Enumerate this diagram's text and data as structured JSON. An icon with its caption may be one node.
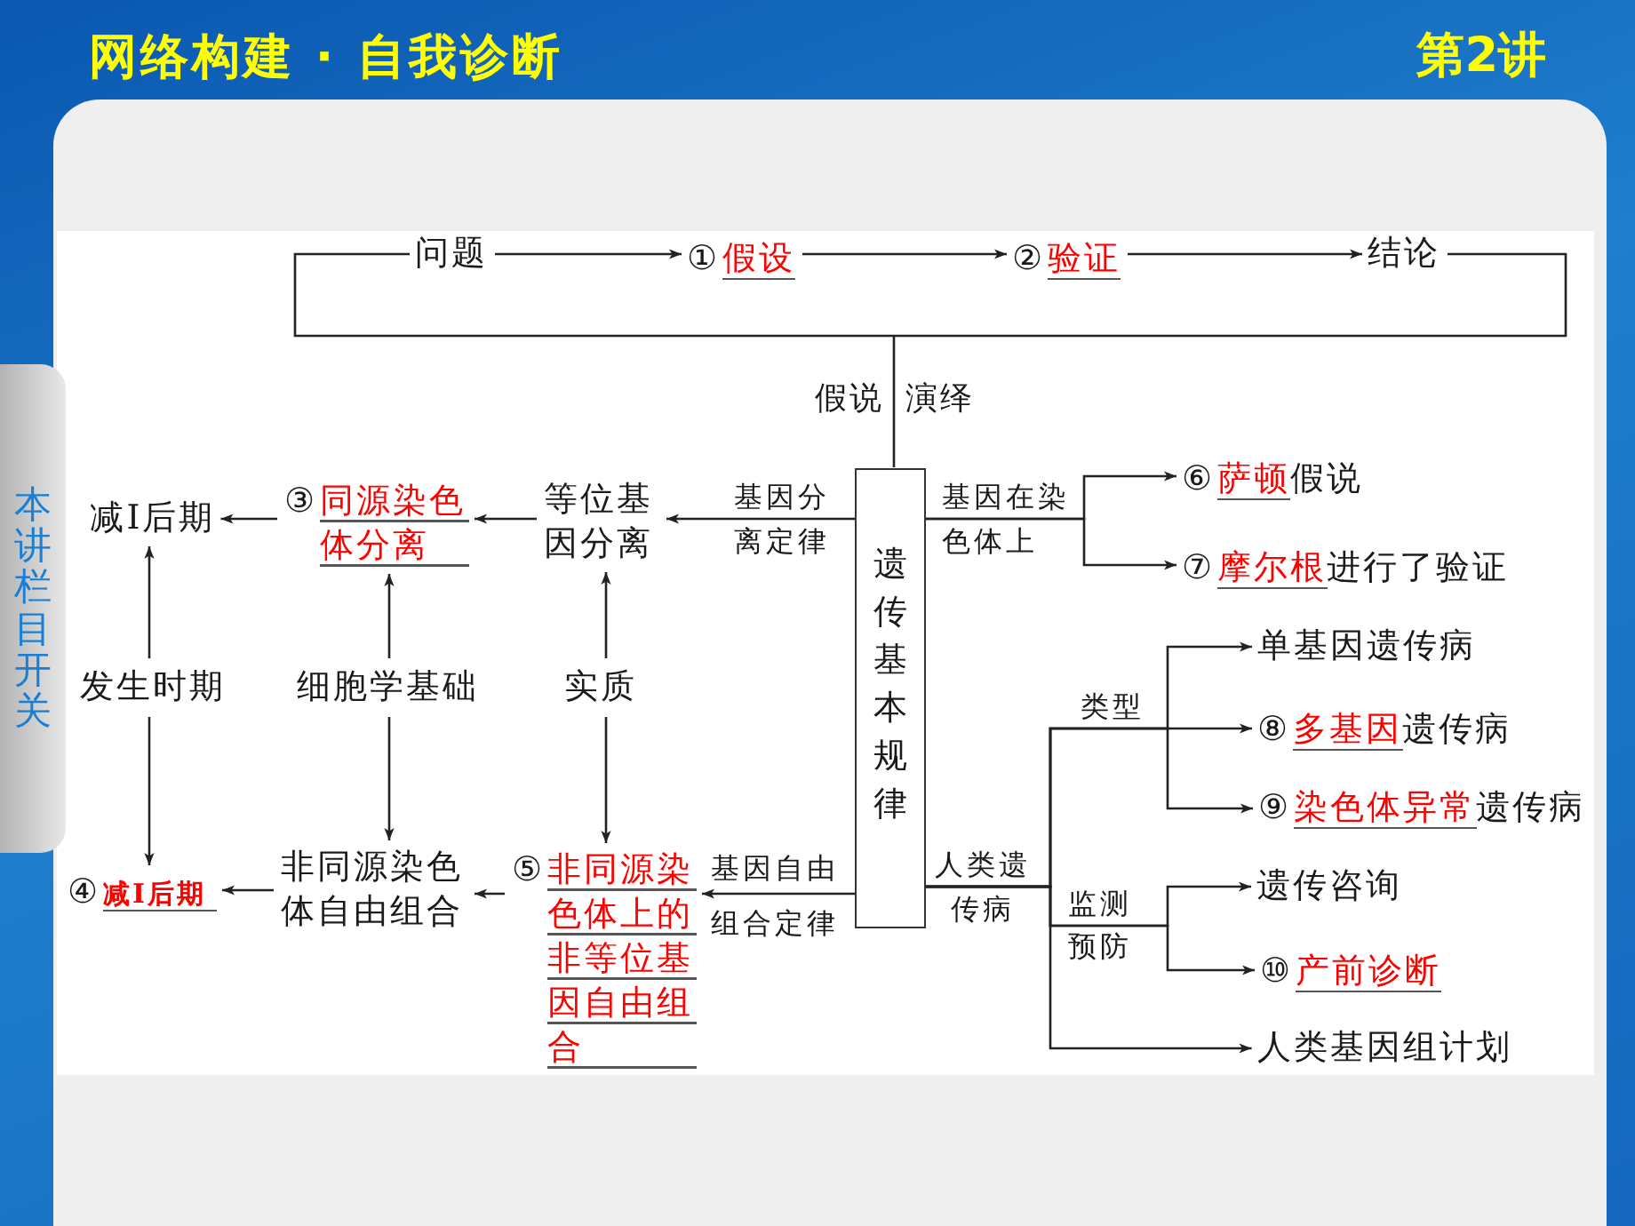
{
  "diagram": {
    "title": "网络构建 · 自我诊断",
    "nodes": [
      {
        "text": [
          "问题"
        ]
      },
      {
        "text": [
          "①",
          "假设"
        ]
      },
      {
        "text": [
          "②",
          "验证"
        ]
      },
      {
        "text": [
          "结论"
        ]
      },
      {
        "text": [
          "减Ⅰ后期"
        ]
      },
      {
        "text": [
          "③",
          "同源染色体分离"
        ]
      },
      {
        "text": [
          "等位基因分离"
        ]
      },
      {
        "text": [
          "遗传基本规律"
        ]
      },
      {
        "text": [
          "⑥",
          "萨顿",
          "假说"
        ]
      },
      {
        "text": [
          "⑦",
          "摩尔根",
          "进行了验证"
        ]
      },
      {
        "text": [
          "单基因遗传病"
        ]
      },
      {
        "text": [
          "发生时期"
        ]
      },
      {
        "text": [
          "细胞学基础"
        ]
      },
      {
        "text": [
          "实质"
        ]
      },
      {
        "text": [
          "⑧",
          "多基因",
          "遗传病"
        ]
      },
      {
        "text": [
          "⑨",
          "染色体异常",
          "遗传病"
        ]
      },
      {
        "text": [
          "④",
          "减I后期"
        ]
      },
      {
        "text": [
          "非同源染色体自由组合"
        ]
      },
      {
        "text": [
          "⑤",
          "非同源染色体上的非等位基因自由组合"
        ]
      },
      {
        "text": [
          "遗传咨询"
        ]
      },
      {
        "text": [
          "⑩",
          "产前诊断"
        ]
      },
      {
        "text": [
          "人类基因组计划"
        ]
      }
    ],
    "edges": [
      {
        "from": 0,
        "to": 1,
        "arrow": "to"
      },
      {
        "from": 1,
        "to": 2,
        "arrow": "to"
      },
      {
        "from": 2,
        "to": 3,
        "arrow": "to"
      },
      {
        "from": 3,
        "to": 0,
        "arrow": "none"
      },
      {
        "from": null,
        "to": 7,
        "arrow": "none"
      },
      {
        "from": 7,
        "to": 6,
        "arrow": "to",
        "label": "基因分离定律"
      },
      {
        "from": 6,
        "to": 5,
        "arrow": "to"
      },
      {
        "from": 5,
        "to": 4,
        "arrow": "to"
      },
      {
        "from": 11,
        "to": 4,
        "arrow": "to"
      },
      {
        "from": 11,
        "to": 16,
        "arrow": "to"
      },
      {
        "from": 12,
        "to": 5,
        "arrow": "to"
      },
      {
        "from": 12,
        "to": 17,
        "arrow": "to"
      },
      {
        "from": 13,
        "to": 6,
        "arrow": "to"
      },
      {
        "from": 13,
        "to": 18,
        "arrow": "to"
      },
      {
        "from": 7,
        "to": 18,
        "arrow": "to",
        "label": "基因自由组合定律"
      },
      {
        "from": 18,
        "to": 17,
        "arrow": "to"
      },
      {
        "from": 17,
        "to": 16,
        "arrow": "to"
      },
      {
        "from": 7,
        "to": 8,
        "arrow": "to",
        "label": "基因在染色体上"
      },
      {
        "from": 7,
        "to": 9,
        "arrow": "to"
      },
      {
        "from": 7,
        "to": 10,
        "arrow": "to",
        "label": "人类遗传病"
      },
      {
        "from": 7,
        "to": 14,
        "arrow": "to",
        "label": "类型"
      },
      {
        "from": 7,
        "to": 15,
        "arrow": "to"
      },
      {
        "from": 7,
        "to": 19,
        "arrow": "to",
        "label": "监测预防"
      },
      {
        "from": 7,
        "to": 20,
        "arrow": "to"
      },
      {
        "from": 7,
        "to": 21,
        "arrow": "to"
      }
    ],
    "labels": [
      "第2讲",
      "假说",
      "演绎",
      "本讲栏目开关"
    ]
  }
}
